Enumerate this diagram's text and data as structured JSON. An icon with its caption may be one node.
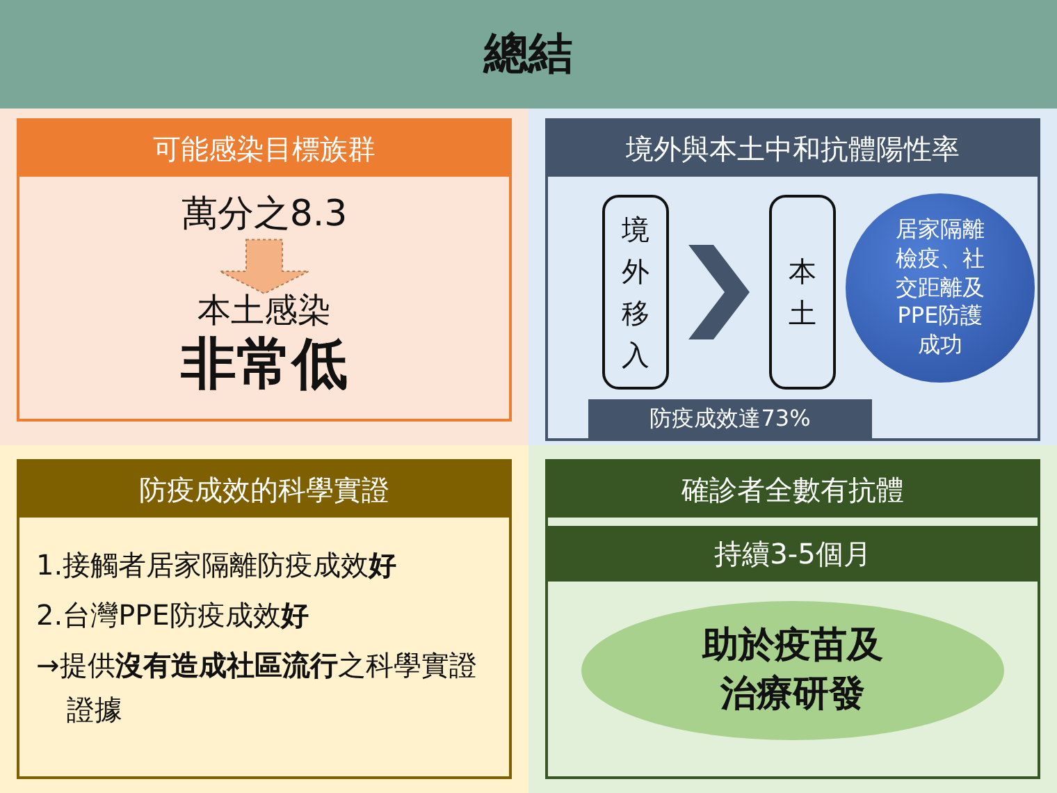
{
  "diagram": {
    "title": "總結",
    "nodes": [
      {
        "text": [
          "可能感染目標族群"
        ]
      },
      {
        "text": [
          "萬分之8.3"
        ],
        "in": 0
      },
      {
        "text": [
          "本土感染",
          "非常低"
        ],
        "in": 0
      },
      {
        "text": [
          "境外與本土中和抗體陽性率"
        ]
      },
      {
        "text": [
          "境外移入"
        ],
        "in": 3
      },
      {
        "text": [
          "本土"
        ],
        "in": 3
      },
      {
        "text": [
          "居家隔離檢疫、社交距離及PPE防護成功"
        ],
        "in": 3
      },
      {
        "text": [
          "防疫成效達73%"
        ],
        "in": 3
      },
      {
        "text": [
          "防疫成效的科學實證",
          "1.接觸者居家隔離防疫成效**好**",
          "2.台灣PPE防疫成效**好**",
          "→提供**沒有造成社區流行**之科學實證證據"
        ]
      },
      {
        "text": [],
        "shape": "box"
      },
      {
        "text": [
          "確診者全數有抗體"
        ],
        "in": 9
      },
      {
        "text": [
          "持續3-5個月"
        ],
        "in": 9
      },
      {
        "text": [
          "助於疫苗及治療研發"
        ],
        "in": 9
      }
    ],
    "edges": [
      {
        "from": 1,
        "to": 2,
        "arrow": "to",
        "style": "thick",
        "color": "#f4b183"
      },
      {
        "from": 4,
        "to": 5,
        "arrow": "to",
        "style": "thick",
        "color": "#44546a"
      }
    ]
  }
}
